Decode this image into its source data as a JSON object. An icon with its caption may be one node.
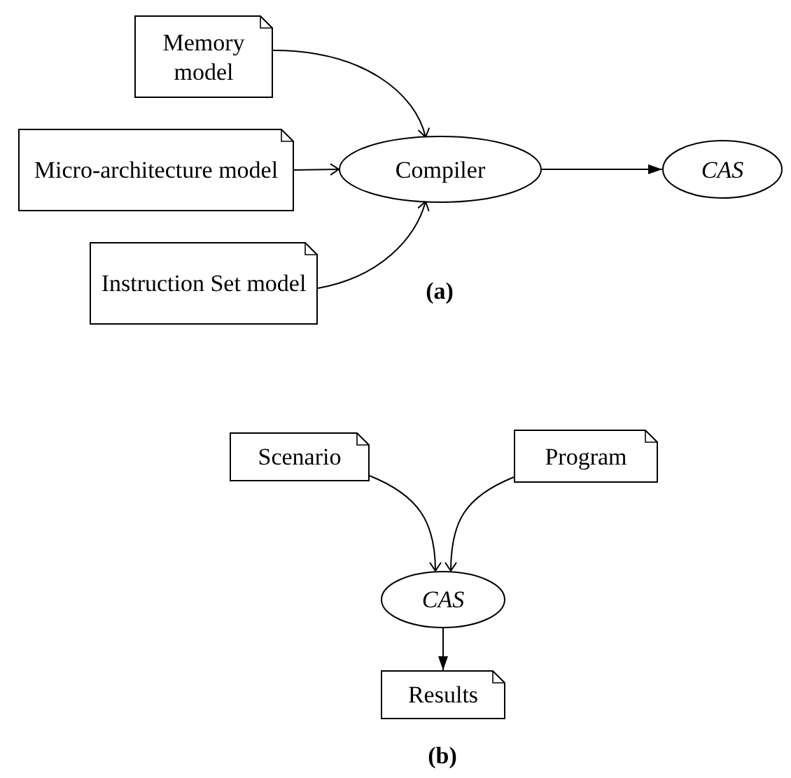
{
  "diagram": {
    "nodes": [
      {
        "text": [
          "Memory model"
        ]
      },
      {
        "text": [
          "Micro-architecture model"
        ]
      },
      {
        "text": [
          "Instruction Set model"
        ]
      },
      {
        "text": [
          "Compiler"
        ]
      },
      {
        "text": [
          "CAS"
        ]
      },
      {
        "text": [
          "Scenario"
        ]
      },
      {
        "text": [
          "Program"
        ]
      },
      {
        "text": [
          "CAS"
        ]
      },
      {
        "text": [
          "Results"
        ]
      }
    ],
    "edges": [
      {
        "from": 0,
        "to": 3,
        "arrow": "to"
      },
      {
        "from": 1,
        "to": 3,
        "arrow": "to"
      },
      {
        "from": 2,
        "to": 3,
        "arrow": "to"
      },
      {
        "from": 3,
        "to": 4,
        "arrow": "to"
      },
      {
        "from": 5,
        "to": 7,
        "arrow": "to"
      },
      {
        "from": 6,
        "to": 7,
        "arrow": "to"
      },
      {
        "from": 7,
        "to": 8,
        "arrow": "to"
      }
    ],
    "labels": [
      "(a)",
      "(b)"
    ]
  }
}
